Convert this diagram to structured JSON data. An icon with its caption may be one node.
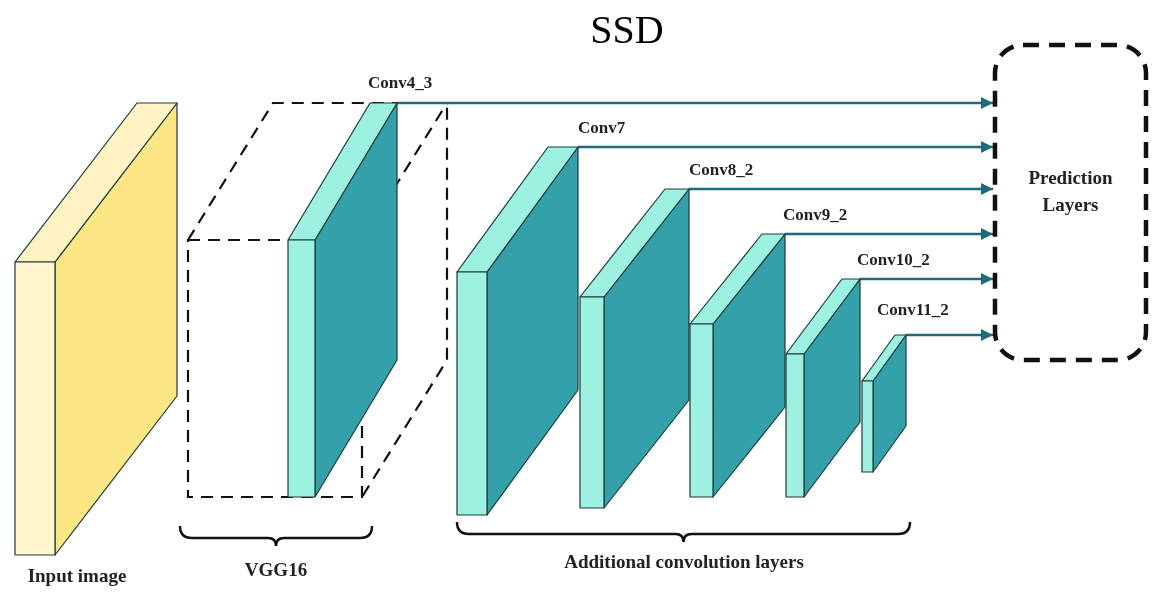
{
  "diagram": {
    "title": "SSD",
    "nodes": [
      {
        "text": [
          "Input image"
        ]
      },
      {
        "text": [
          "Conv4_3"
        ]
      },
      {
        "text": [
          "Conv7"
        ]
      },
      {
        "text": [
          "Conv8_2"
        ]
      },
      {
        "text": [
          "Conv9_2"
        ]
      },
      {
        "text": [
          "Conv10_2"
        ]
      },
      {
        "text": [
          "Conv11_2"
        ]
      },
      {
        "text": [
          "Prediction Layers"
        ]
      }
    ],
    "edges": [
      {
        "from": 1,
        "to": 7,
        "arrow": "to"
      },
      {
        "from": 2,
        "to": 7,
        "arrow": "to"
      },
      {
        "from": 3,
        "to": 7,
        "arrow": "to"
      },
      {
        "from": 4,
        "to": 7,
        "arrow": "to"
      },
      {
        "from": 5,
        "to": 7,
        "arrow": "to"
      },
      {
        "from": 6,
        "to": 7,
        "arrow": "to"
      }
    ],
    "labels": [
      "VGG16",
      "Additional convolution layers"
    ]
  }
}
